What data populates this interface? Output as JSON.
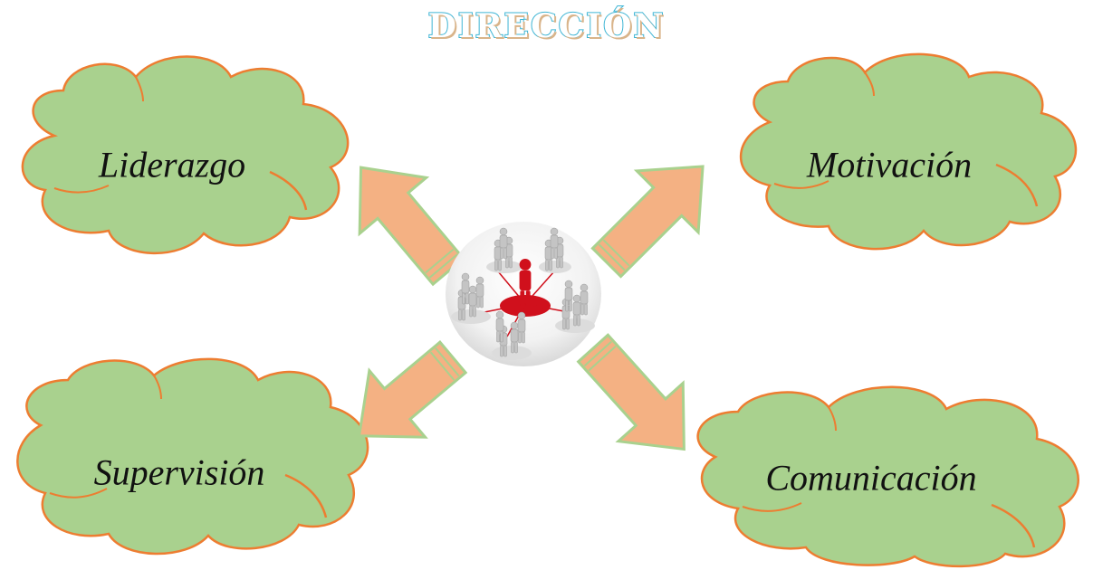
{
  "title": "DIRECCIÓN",
  "center_image": {
    "label": "",
    "icon": "team-leader-network-icon"
  },
  "concepts": [
    {
      "key": "liderazgo",
      "label": "Liderazgo"
    },
    {
      "key": "motivacion",
      "label": "Motivación"
    },
    {
      "key": "supervision",
      "label": "Supervisión"
    },
    {
      "key": "comunicacion",
      "label": "Comunicación"
    }
  ],
  "colors": {
    "cloud_fill": "#a9d18e",
    "cloud_stroke": "#ed7d31",
    "arrow_fill": "#f4b183",
    "arrow_stroke": "#a9d18e",
    "title_stroke": "#3cb4d4",
    "leader": "#d0101c"
  }
}
